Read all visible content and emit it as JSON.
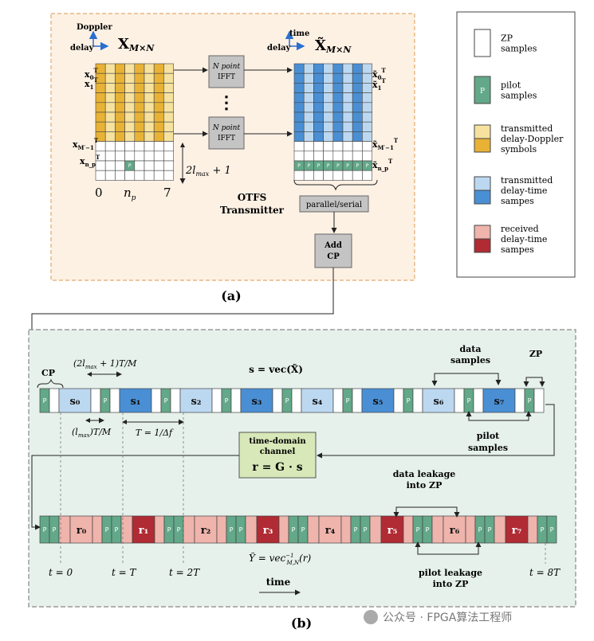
{
  "legend": [
    {
      "label": "ZP\nsamples",
      "colors": [
        "#ffffff"
      ],
      "glyph": ""
    },
    {
      "label": "pilot\nsamples",
      "colors": [
        "#62a889"
      ],
      "glyph": "P"
    },
    {
      "label": "transmitted\ndelay-Doppler\nsymbols",
      "colors": [
        "#f6e29e",
        "#e8b236"
      ],
      "glyph": ""
    },
    {
      "label": "transmitted\ndelay-time\nsampes",
      "colors": [
        "#bcd8f1",
        "#4a8fd4"
      ],
      "glyph": ""
    },
    {
      "label": "received\ndelay-time\nsampes",
      "colors": [
        "#efb4ac",
        "#b02b33"
      ],
      "glyph": ""
    }
  ],
  "panel_a": {
    "doppler_label": "Doppler",
    "delay_label": "delay",
    "time_label": "time",
    "matrix_x": "X",
    "matrix_x_sub": "M×N",
    "matrix_xt": "X̃",
    "row_labels": [
      "x₀ᵀ",
      "x₁ᵀ",
      "x_{M'−1}ᵀ",
      "x_{n_p}ᵀ"
    ],
    "row_labels_t": [
      "x̃₀ᵀ",
      "x̃₁ᵀ",
      "x̃_{M'−1}ᵀ",
      "x̃_{n_p}ᵀ"
    ],
    "col_labels": [
      "0",
      "n_p",
      "7"
    ],
    "lmax_label": "2l_max + 1",
    "ifft_label": [
      "N point",
      "IFFT"
    ],
    "vdots": "⋮",
    "tx_label": [
      "OTFS",
      "Transmitter"
    ],
    "ps_label": "parallel/serial",
    "addcp_label": [
      "Add",
      "CP"
    ],
    "pilot_glyph": "P",
    "caption": "(a)"
  },
  "panel_b": {
    "cp_label": "CP",
    "s_eq": "s = vec(X̃)",
    "lmax_top": "(2l_max + 1)T/M",
    "lmax_bot": "(l_max)T/M",
    "T_label": "T = 1/Δf",
    "data_samples": [
      "data",
      "samples"
    ],
    "zp_label": "ZP",
    "pilot_samples": [
      "pilot",
      "samples"
    ],
    "s_labels": [
      "s₀",
      "s₁",
      "s₂",
      "s₃",
      "s₄",
      "s₅",
      "s₆",
      "s₇"
    ],
    "channel": [
      "time-domain",
      "channel",
      "r = G · s"
    ],
    "leak_data": [
      "data leakage",
      "into ZP"
    ],
    "r_labels": [
      "r₀",
      "r₁",
      "r₂",
      "r₃",
      "r₄",
      "r₅",
      "r₆",
      "r₇"
    ],
    "y_eq": "Ỹ = vec⁻¹_{M,N}(r)",
    "leak_pilot": [
      "pilot leakage",
      "into ZP"
    ],
    "t_labels": [
      "t = 0",
      "t = T",
      "t = 2T",
      "t = 8T"
    ],
    "time_label": "time",
    "caption": "(b)"
  },
  "watermark": "公众号 · FPGA算法工程师",
  "colors": {
    "zp": "#ffffff",
    "pilot": "#62a889",
    "dd_light": "#f6e29e",
    "dd_dark": "#e8b236",
    "dt_light": "#bcd8f1",
    "dt_dark": "#4a8fd4",
    "rx_light": "#efb4ac",
    "rx_dark": "#b02b33",
    "panel_a_bg": "#fdf1e4",
    "panel_b_bg": "#e6f1ec",
    "channel_bg": "#d8e8b8",
    "box_gray": "#c4c4c4"
  }
}
